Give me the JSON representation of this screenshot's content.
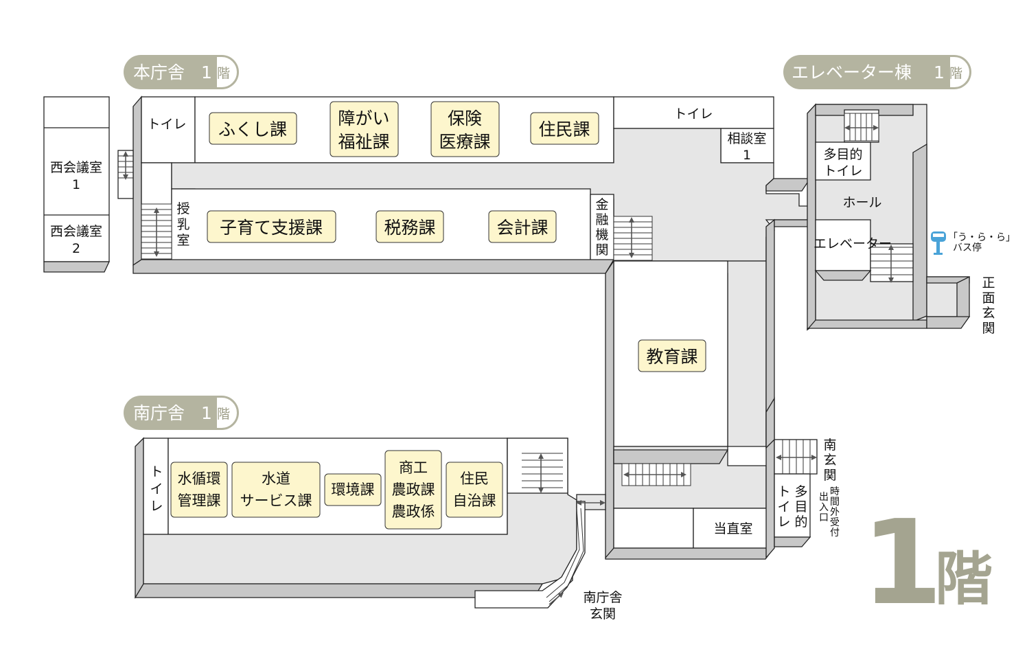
{
  "colors": {
    "tag_bg": "#b4b4a0",
    "tag_floor_bg": "#d7d7cb",
    "dept_fill": "#fdf6cd",
    "floor_fill": "#e6e6e6",
    "wall_fill": "#c8c8c8",
    "wall_stroke": "#222222",
    "big_number": "#a4a490"
  },
  "tags": {
    "main": {
      "name": "本庁舎",
      "floor": "1",
      "kai": "階"
    },
    "south": {
      "name": "南庁舎",
      "floor": "1",
      "kai": "階"
    },
    "elevator": {
      "name": "エレベーター棟",
      "floor": "1",
      "kai": "階"
    }
  },
  "big_floor": {
    "number": "1",
    "kai": "階"
  },
  "west": {
    "room1": {
      "line1": "西会議室",
      "line2": "1"
    },
    "room2": {
      "line1": "西会議室",
      "line2": "2"
    }
  },
  "main_building": {
    "toilet_left": "トイレ",
    "toilet_right": "トイレ",
    "fukushi": "ふくし課",
    "shogai": {
      "line1": "障がい",
      "line2": "福祉課"
    },
    "hoken": {
      "line1": "保険",
      "line2": "医療課"
    },
    "jumin": "住民課",
    "sodan": {
      "line1": "相談室",
      "line2": "1"
    },
    "junyu": [
      "授",
      "乳",
      "室"
    ],
    "kosodate": "子育て支援課",
    "zeimu": "税務課",
    "kaikei": "会計課",
    "kinyu": [
      "金",
      "融",
      "機",
      "関"
    ],
    "kyoiku": "教育課",
    "tochoku": "当直室"
  },
  "elevator_building": {
    "tamokuteki": {
      "line1": "多目的",
      "line2": "トイレ"
    },
    "hall": "ホール",
    "elevator": "エレベーター",
    "bus_stop": {
      "line1": "「う・ら・ら」",
      "line2": "バス停"
    },
    "main_entrance": [
      "正",
      "面",
      "玄",
      "関"
    ]
  },
  "south_entrance_area": {
    "minami_genkan": [
      "南",
      "玄",
      "関"
    ],
    "tamokuteki": {
      "col1": [
        "多",
        "目",
        "的"
      ],
      "col2": [
        "ト",
        "イ",
        "レ"
      ]
    },
    "after_hours": {
      "col1": [
        "出",
        "入",
        "口"
      ],
      "col2": [
        "時",
        "間",
        "外",
        "受",
        "付"
      ]
    }
  },
  "south_building": {
    "toilet": [
      "ト",
      "イ",
      "レ"
    ],
    "suijunkan": {
      "line1": "水循環",
      "line2": "管理課"
    },
    "suido": {
      "line1": "水道",
      "line2": "サービス課"
    },
    "kankyo": "環境課",
    "shoko": {
      "line1": "商工",
      "line2": "農政課",
      "line3": "農政係"
    },
    "jumin_jichi": {
      "line1": "住民",
      "line2": "自治課"
    },
    "entrance": {
      "line1": "南庁舎",
      "line2": "玄関"
    }
  }
}
